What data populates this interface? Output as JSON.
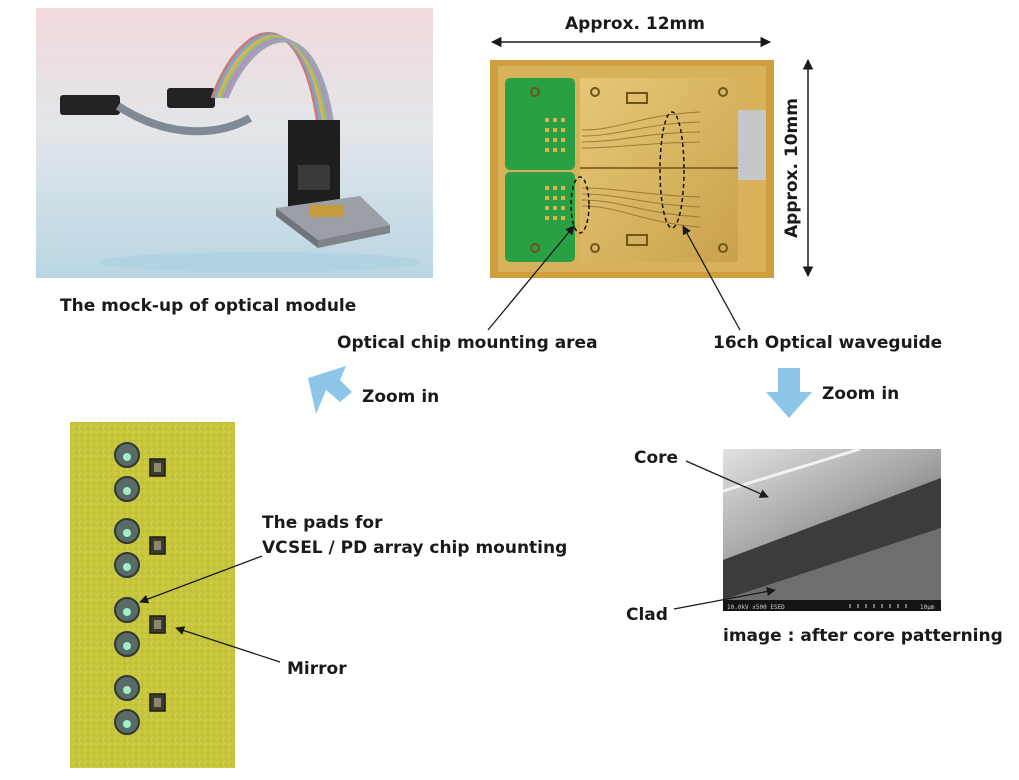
{
  "labels": {
    "dim_width": "Approx.  12mm",
    "dim_height": "Approx.  10mm",
    "mockup_caption": "The mock-up of optical module",
    "chip_area": "Optical chip mounting area",
    "waveguide": "16ch Optical waveguide",
    "zoom_left": "Zoom in",
    "zoom_right": "Zoom in",
    "pads_line1": "The pads for",
    "pads_line2": "VCSEL / PD array chip mounting",
    "mirror": "Mirror",
    "core": "Core",
    "clad": "Clad",
    "sem_caption": "image : after core patterning",
    "sem_footer_left": "10.0kV x500 ESED",
    "sem_footer_right": "10µm"
  },
  "colors": {
    "text": "#1a1a1a",
    "zoom_arrow": "#8ec6ea",
    "board_green": "#2aa045",
    "gold": "#d6b35a",
    "pad_panel": "#c9c93a"
  }
}
